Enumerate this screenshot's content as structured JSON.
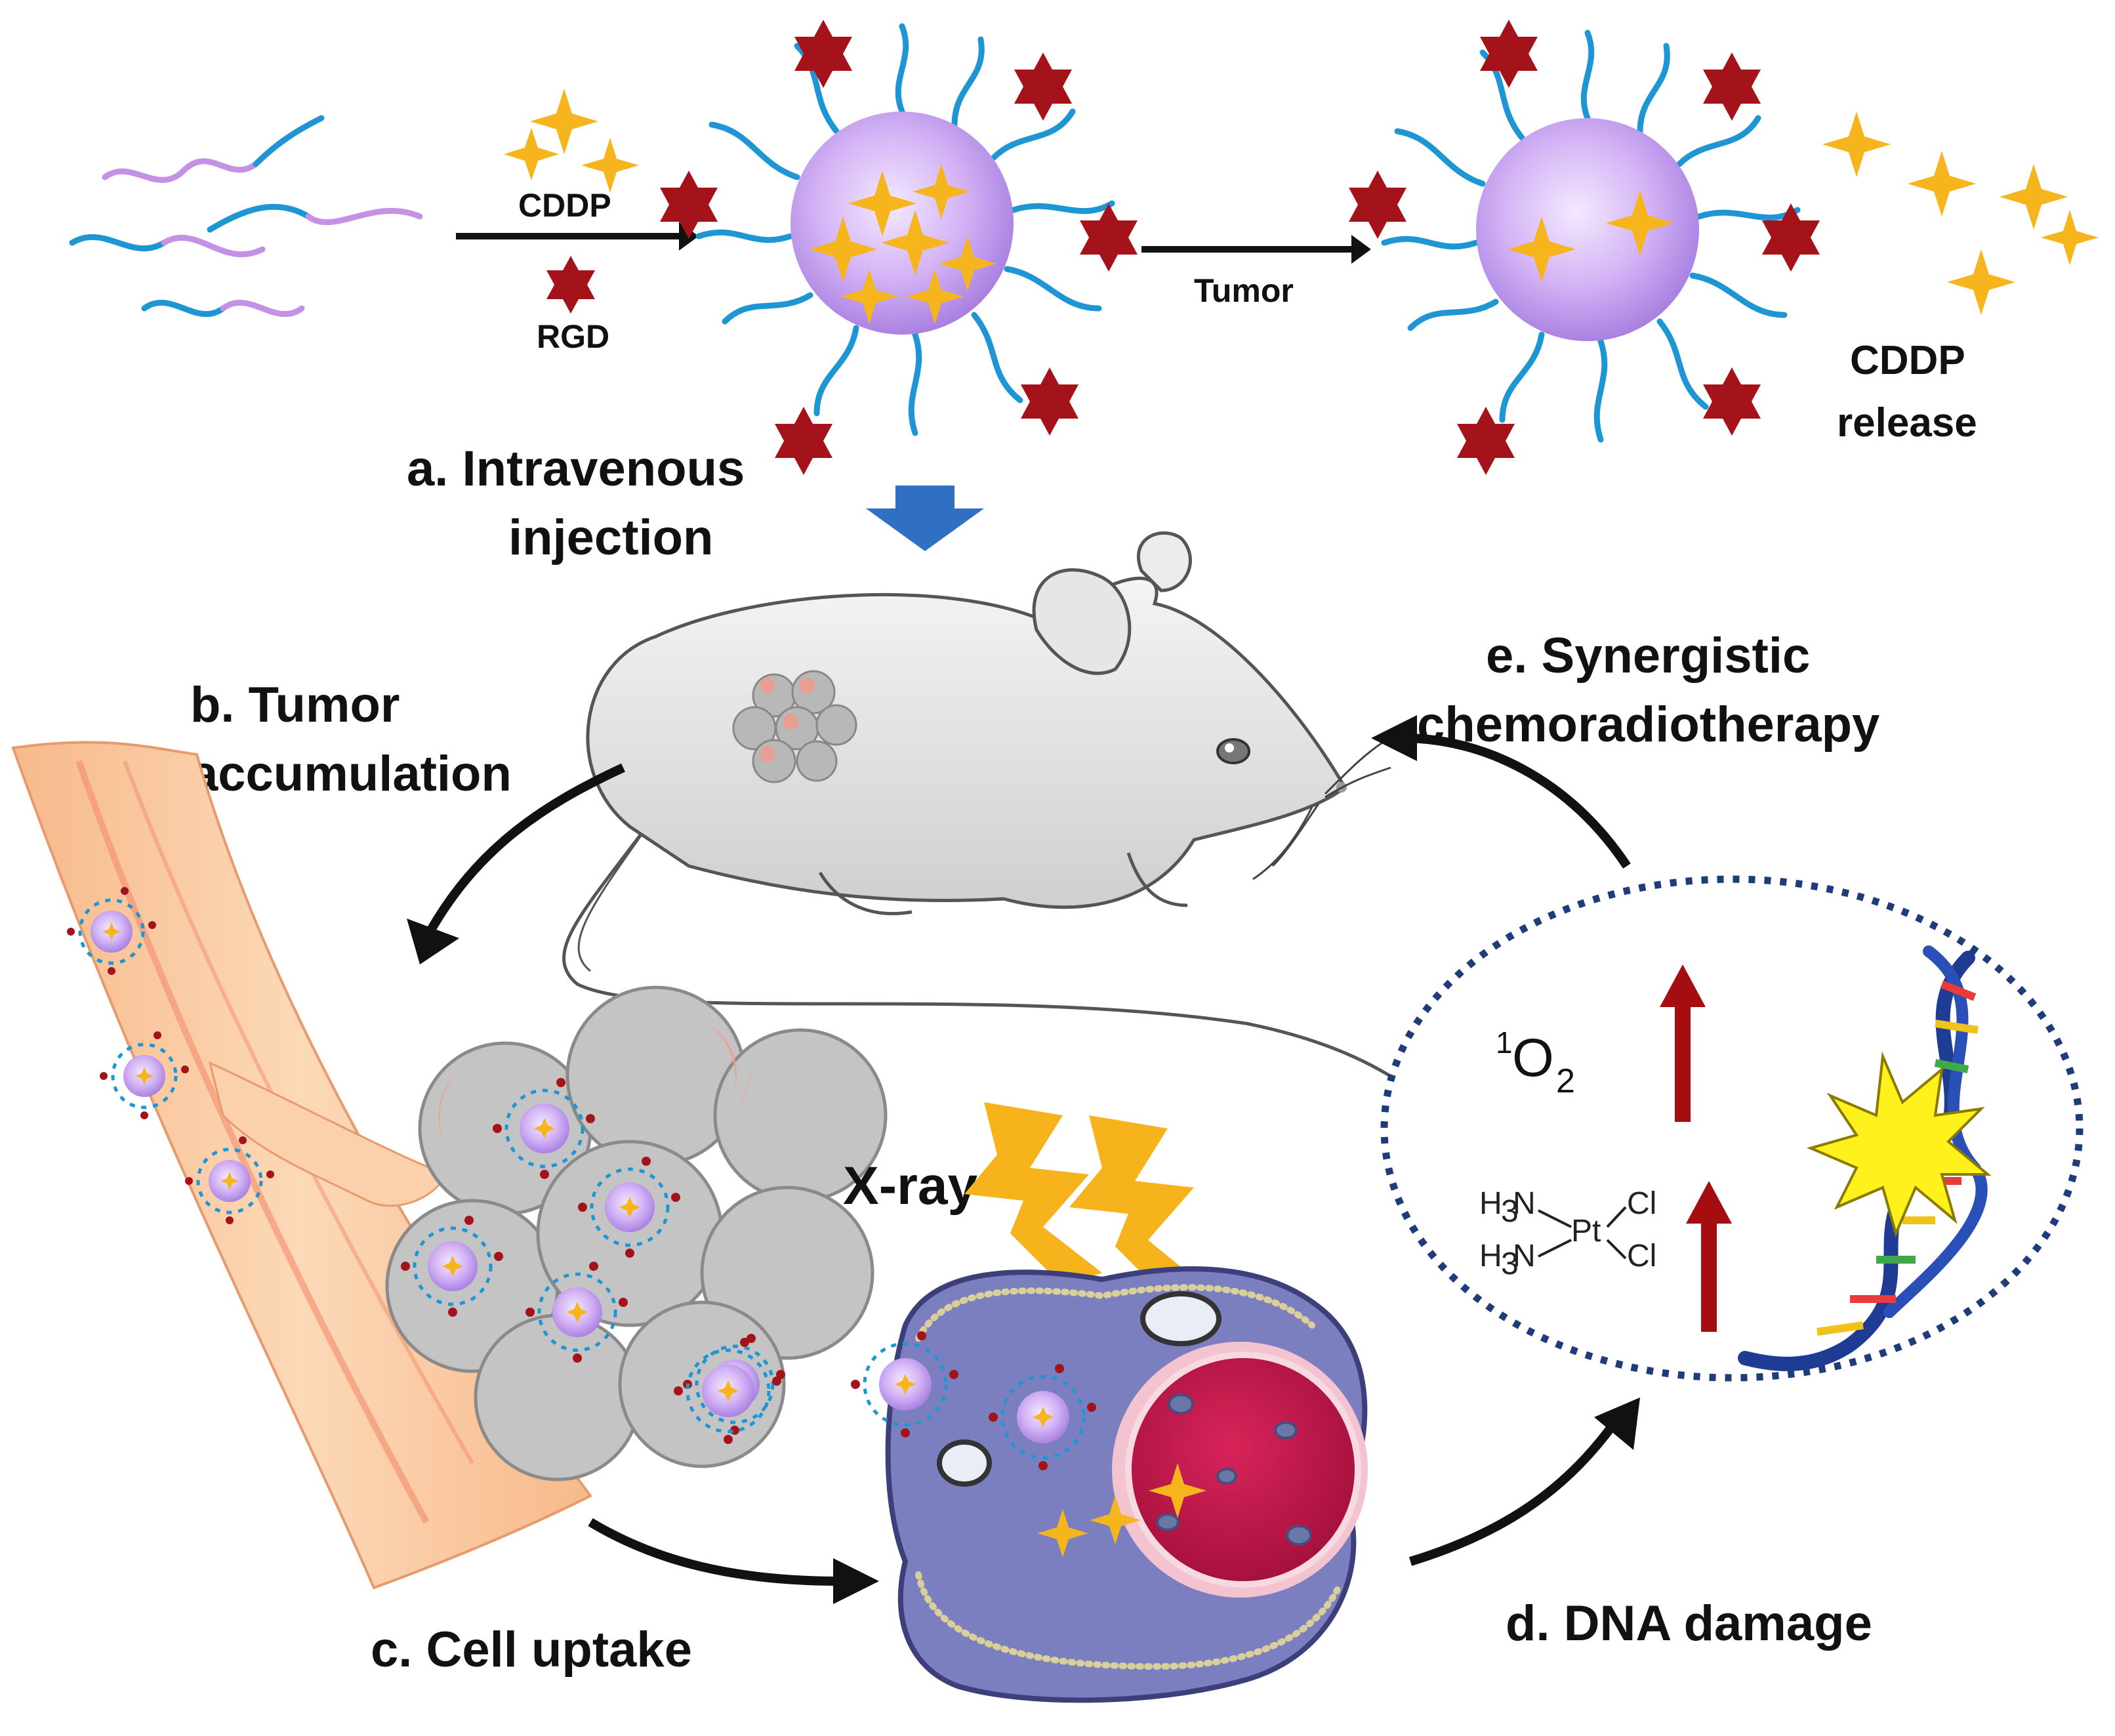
{
  "labels": {
    "cddp_top": "CDDP",
    "rgd": "RGD",
    "tumor": "Tumor",
    "cddp_release_1": "CDDP",
    "cddp_release_2": "release",
    "step_a_1": "a. Intravenous",
    "step_a_2": "injection",
    "step_b_1": "b. Tumor",
    "step_b_2": "accumulation",
    "step_c": "c. Cell uptake",
    "step_d": "d. DNA damage",
    "step_e_1": "e. Synergistic",
    "step_e_2": "chemoradiotherapy",
    "xray": "X-ray",
    "singlet_oxygen_base": "O",
    "singlet_oxygen_super": "1",
    "singlet_oxygen_sub": "2",
    "cisplatin_h3n_top": "H",
    "cisplatin_sub3": "3",
    "cisplatin_n": "N",
    "cisplatin_pt": "Pt",
    "cisplatin_cl": "Cl"
  },
  "colors": {
    "drug_star": "#f6b51c",
    "rgd_star": "#a5131a",
    "peg_chain": "#1e96d4",
    "polymer_chain": "#c392e6",
    "nanoparticle_core": "#c9a4ef",
    "arrow": "#111111",
    "down_arrow": "#2f6fc4",
    "increase_arrow": "#a60d10",
    "vessel": "#f9c9a0",
    "tumor_cell": "#c4c4c4",
    "cell_body": "#7c7fbf",
    "nucleus": "#c0144a",
    "lightning": "#f6b31c",
    "dotted_border": "#1e3b7a"
  },
  "icons": [
    "nanoparticle",
    "rgd-peptide-star",
    "cddp-drug-star",
    "mouse",
    "blood-vessel",
    "tumor-cluster",
    "cancer-cell",
    "lightning-bolt",
    "dna-helix",
    "damage-burst"
  ]
}
